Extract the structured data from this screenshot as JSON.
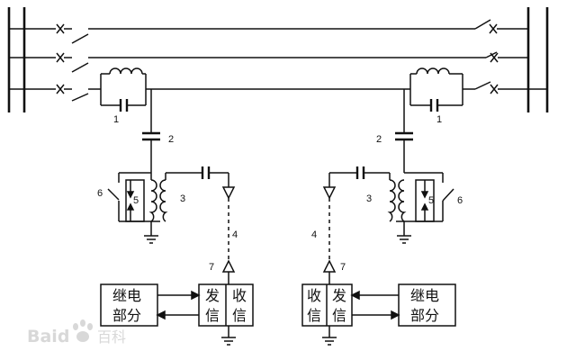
{
  "labels": {
    "n1": "1",
    "n2": "2",
    "n3": "3",
    "n4": "4",
    "n5": "5",
    "n6": "6",
    "n7": "7"
  },
  "left_station": {
    "relay_box": [
      "继电",
      "部分"
    ],
    "transceiver": {
      "send": [
        "发",
        "信"
      ],
      "receive": [
        "收",
        "信"
      ]
    }
  },
  "right_station": {
    "relay_box": [
      "继电",
      "部分"
    ],
    "transceiver": {
      "receive": [
        "收",
        "信"
      ],
      "send": [
        "发",
        "信"
      ]
    }
  },
  "watermark": {
    "brand": "Baid",
    "cjk": "百科"
  }
}
